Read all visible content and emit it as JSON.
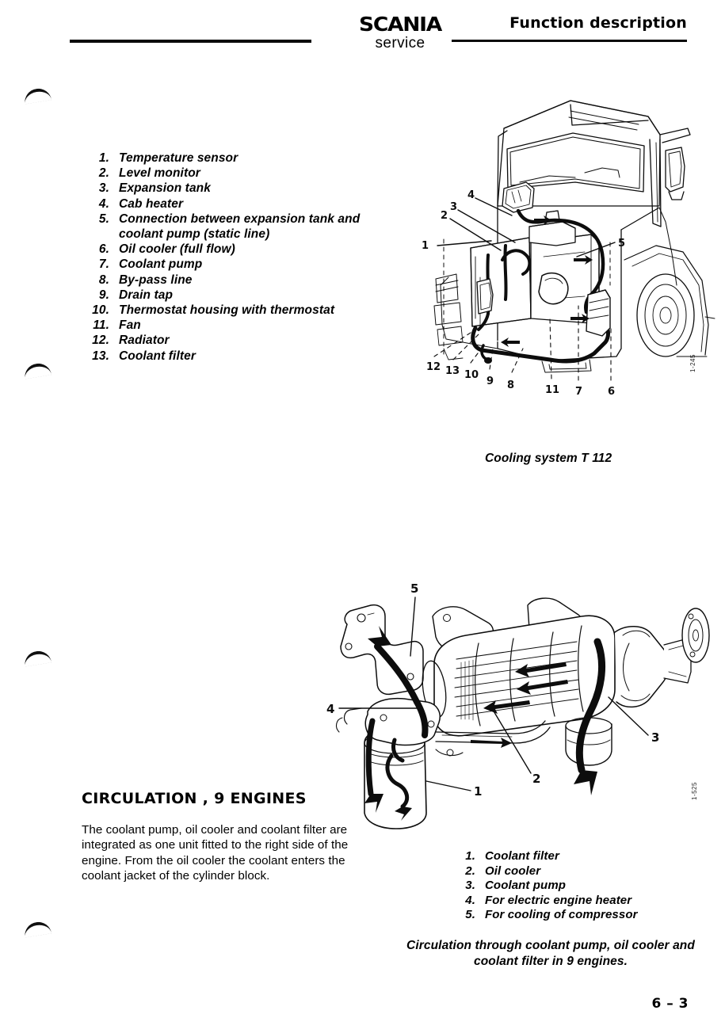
{
  "header": {
    "brand_name": "SCANIA",
    "brand_sub": "service",
    "title": "Function description"
  },
  "legend_top": {
    "items": [
      {
        "num": "1.",
        "text": "Temperature sensor"
      },
      {
        "num": "2.",
        "text": "Level monitor"
      },
      {
        "num": "3.",
        "text": "Expansion tank"
      },
      {
        "num": "4.",
        "text": "Cab heater"
      },
      {
        "num": "5.",
        "text": "Connection between expansion tank and",
        "cont": "coolant pump (static line)"
      },
      {
        "num": "6.",
        "text": "Oil cooler (full flow)"
      },
      {
        "num": "7.",
        "text": "Coolant pump"
      },
      {
        "num": "8.",
        "text": "By-pass line"
      },
      {
        "num": "9.",
        "text": "Drain tap"
      },
      {
        "num": "10.",
        "text": "Thermostat housing with thermostat"
      },
      {
        "num": "11.",
        "text": "Fan"
      },
      {
        "num": "12.",
        "text": "Radiator"
      },
      {
        "num": "13.",
        "text": "Coolant filter"
      }
    ]
  },
  "figure_truck": {
    "caption": "Cooling system T 112",
    "figure_code": "1-245",
    "callouts": [
      "1",
      "2",
      "3",
      "4",
      "5",
      "6",
      "7",
      "8",
      "9",
      "10",
      "11",
      "12",
      "13"
    ]
  },
  "section": {
    "heading": "CIRCULATION , 9 ENGINES",
    "body": "The coolant pump, oil cooler and coolant filter are integrated as one unit fitted to the right side of the engine. From the oil cooler the coolant enters the coolant jacket of the cylinder block."
  },
  "legend_bottom": {
    "items": [
      {
        "num": "1.",
        "text": "Coolant filter"
      },
      {
        "num": "2.",
        "text": "Oil cooler"
      },
      {
        "num": "3.",
        "text": "Coolant pump"
      },
      {
        "num": "4.",
        "text": "For electric engine heater"
      },
      {
        "num": "5.",
        "text": "For cooling of compressor"
      }
    ]
  },
  "figure_pump": {
    "caption_line1": "Circulation through coolant pump, oil cooler and",
    "caption_line2": "coolant filter in 9 engines.",
    "figure_code": "1-525",
    "callouts": [
      "1",
      "2",
      "3",
      "4",
      "5"
    ]
  },
  "page_number": "6 – 3"
}
